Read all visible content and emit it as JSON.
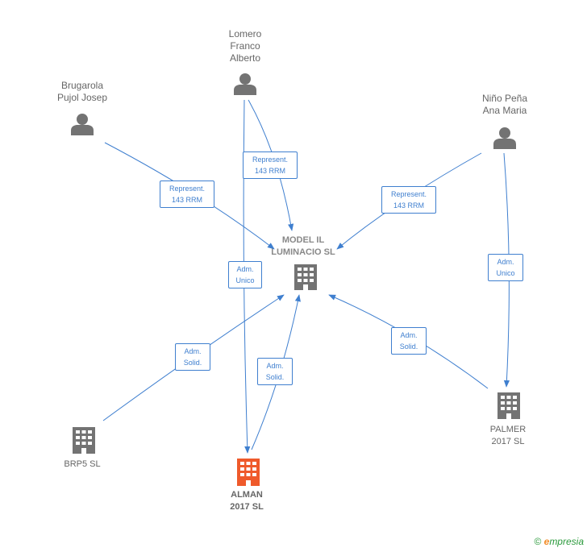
{
  "colors": {
    "edge": "#3f7fcf",
    "node_gray": "#737373",
    "node_focus": "#ef5a2b",
    "text": "#666666"
  },
  "nodes": {
    "lomero": {
      "lines": [
        "Lomero",
        "Franco",
        "Alberto"
      ],
      "icon": "person-icon"
    },
    "brugarola": {
      "lines": [
        "Brugarola",
        "Pujol Josep"
      ],
      "icon": "person-icon"
    },
    "nino": {
      "lines": [
        "Niño Peña",
        "Ana Maria"
      ],
      "icon": "person-icon"
    },
    "model": {
      "lines": [
        "MODEL IL",
        "LUMINACIO SL"
      ],
      "icon": "building-icon"
    },
    "brp5": {
      "lines": [
        "BRP5  SL"
      ],
      "icon": "building-icon"
    },
    "alman": {
      "lines": [
        "ALMAN",
        "2017  SL"
      ],
      "icon": "building-icon"
    },
    "palmer": {
      "lines": [
        "PALMER",
        "2017  SL"
      ],
      "icon": "building-icon"
    }
  },
  "edges": {
    "lomero_model": [
      "Represent.",
      "143 RRM"
    ],
    "brugarola_model": [
      "Represent.",
      "143 RRM"
    ],
    "nino_model": [
      "Represent.",
      "143 RRM"
    ],
    "lomero_alman": [
      "Adm.",
      "Unico"
    ],
    "nino_palmer": [
      "Adm.",
      "Unico"
    ],
    "brp5_model": [
      "Adm.",
      "Solid."
    ],
    "alman_model": [
      "Adm.",
      "Solid."
    ],
    "palmer_model": [
      "Adm.",
      "Solid."
    ]
  },
  "footer": {
    "copyright": "©",
    "brand_initial": "e",
    "brand_rest": "mpresia"
  }
}
